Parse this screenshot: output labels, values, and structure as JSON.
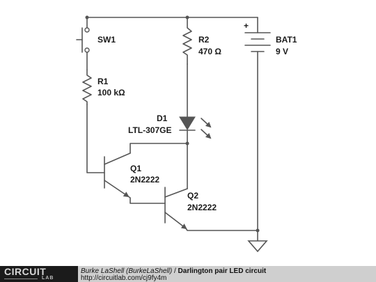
{
  "components": {
    "sw1": {
      "ref": "SW1"
    },
    "r1": {
      "ref": "R1",
      "value": "100 kΩ"
    },
    "r2": {
      "ref": "R2",
      "value": "470 Ω"
    },
    "bat1": {
      "ref": "BAT1",
      "value": "9 V",
      "plus": "+"
    },
    "d1": {
      "ref": "D1",
      "value": "LTL-307GE"
    },
    "q1": {
      "ref": "Q1",
      "value": "2N2222"
    },
    "q2": {
      "ref": "Q2",
      "value": "2N2222"
    }
  },
  "footer": {
    "logo_top": "CIRCUIT",
    "logo_bottom": "LAB",
    "author": "Burke LaShell (BurkeLaShell)",
    "separator": " / ",
    "title": "Darlington pair LED circuit",
    "url": "http://circuitlab.com/cj9fy4m"
  }
}
